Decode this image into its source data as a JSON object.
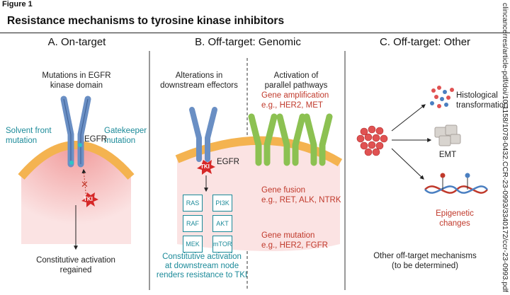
{
  "figure_label": "Figure 1",
  "title": "Resistance mechanisms to tyrosine kinase inhibitors",
  "side_text": "clincancerres/article-pdf/doi/10.1158/1078-0432.CCR-23-0993/3340172/ccr-23-0993.pdf by Shanghai Ji",
  "panel_a": {
    "title": "A. On-target",
    "subtitle": "Mutations in EGFR\nkinase domain",
    "solvent_front": "Solvent front\nmutation",
    "gatekeeper": "Gatekeeper\nmutation",
    "egfr": "EGFR",
    "tki": "TKI",
    "outcome": "Constitutive activation\nregained"
  },
  "panel_b": {
    "title": "B. Off-target: Genomic",
    "left_subtitle": "Alterations in\ndownstream effectors",
    "right_subtitle": "Activation of\nparallel pathways",
    "egfr": "EGFR",
    "tki": "TKI",
    "effectors": [
      "RAS",
      "PI3K",
      "RAF",
      "AKT",
      "MEK",
      "mTOR"
    ],
    "outcome": "Constitutive activation\nat downstream node\nrenders resistance to TKI",
    "gene_amp_title": "Gene amplification",
    "gene_amp_examples": "e.g., HER2, MET",
    "gene_fusion_title": "Gene fusion",
    "gene_fusion_examples": "e.g., RET, ALK, NTRK",
    "gene_mutation_title": "Gene mutation",
    "gene_mutation_examples": "e.g., HER2, FGFR"
  },
  "panel_c": {
    "title": "C. Off-target: Other",
    "histo": "Histological\ntransformation",
    "emt": "EMT",
    "epigenetic": "Epigenetic\nchanges",
    "other": "Other off-target mechanisms\n(to be determined)"
  },
  "colors": {
    "receptor_blue": "#6a8fc4",
    "receptor_green": "#8cc152",
    "membrane_orange": "#f4b350",
    "cytoplasm_pink": "#f6c3c3",
    "accent_red": "#c0392b",
    "accent_teal": "#1b8a99"
  }
}
